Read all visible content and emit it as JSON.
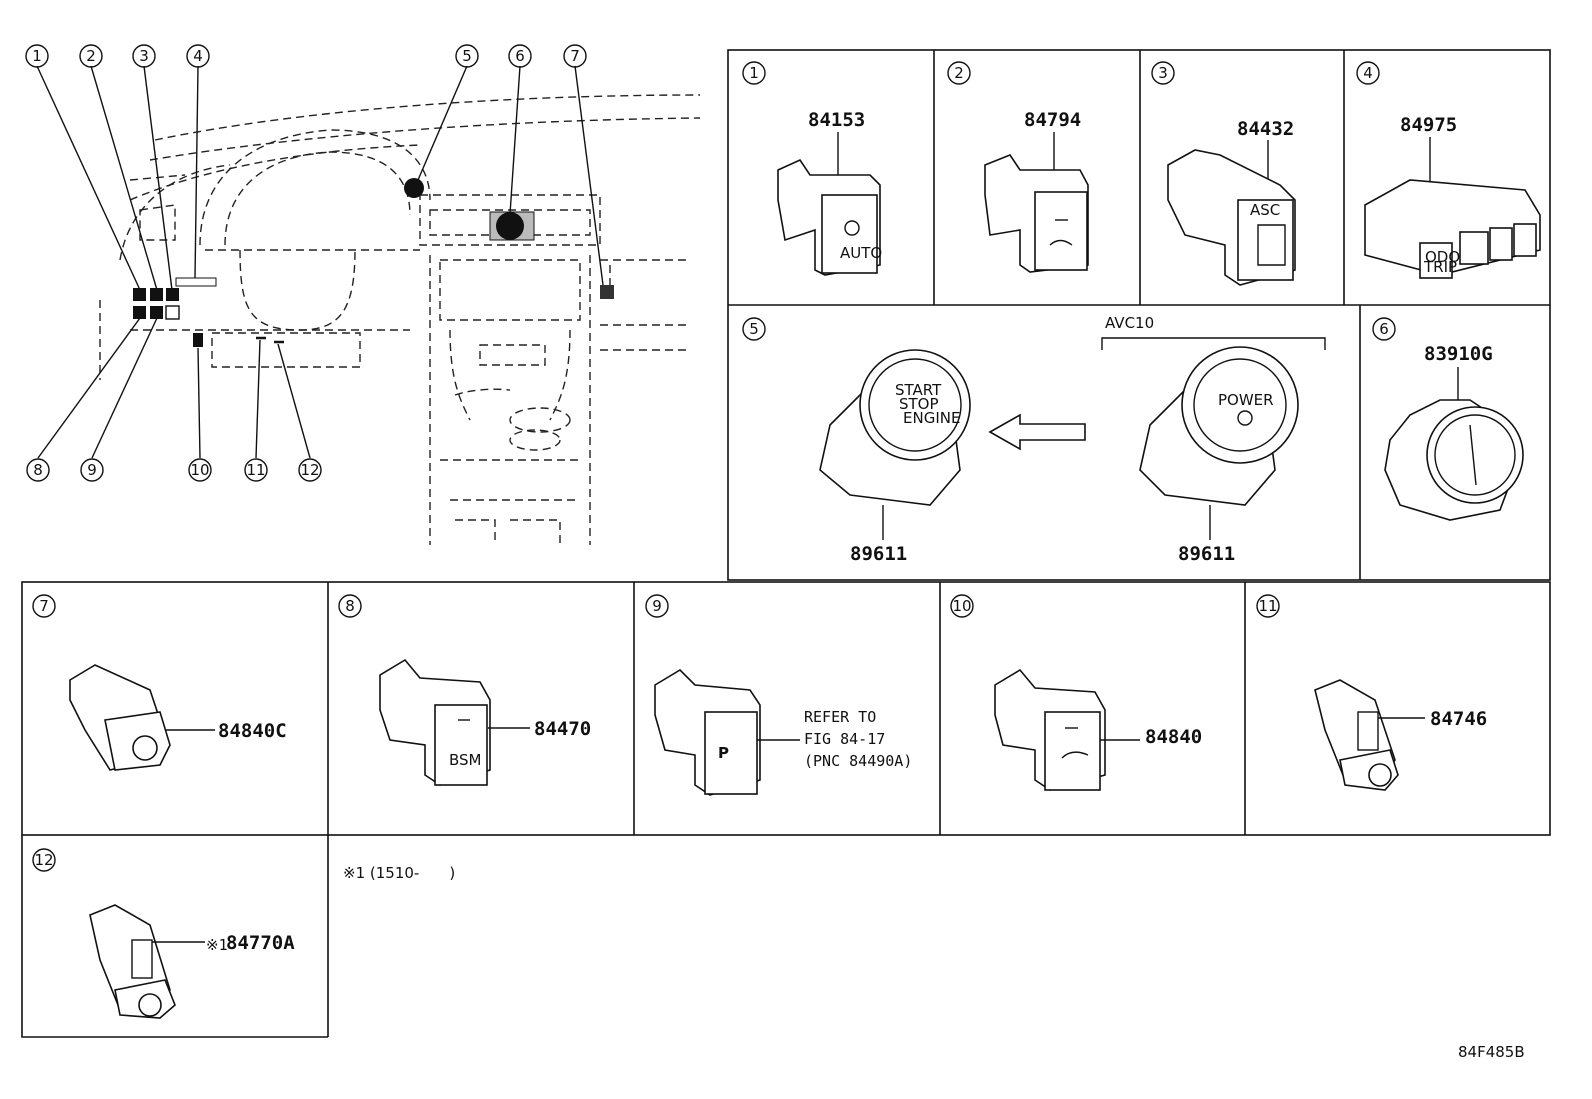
{
  "callouts": [
    "1",
    "2",
    "3",
    "4",
    "5",
    "6",
    "7",
    "8",
    "9",
    "10",
    "11",
    "12"
  ],
  "panels": [
    {
      "num": "1",
      "part": "84153"
    },
    {
      "num": "2",
      "part": "84794"
    },
    {
      "num": "3",
      "part": "84432"
    },
    {
      "num": "4",
      "part": "84975"
    },
    {
      "num": "5",
      "part_a": "89611",
      "part_b": "89611",
      "variant": "AVC10"
    },
    {
      "num": "6",
      "part": "83910G"
    },
    {
      "num": "7",
      "part": "84840C"
    },
    {
      "num": "8",
      "part": "84470"
    },
    {
      "num": "9",
      "refer": [
        "REFER TO",
        "FIG 84-17",
        "(PNC 84490A)"
      ]
    },
    {
      "num": "10",
      "part": "84840"
    },
    {
      "num": "11",
      "part": "84746"
    },
    {
      "num": "12",
      "part": "84770A",
      "mark": "※1"
    }
  ],
  "footnote": "※1 (1510-　　)",
  "button_text": {
    "start_stop": [
      "START",
      "STOP",
      "ENGINE"
    ],
    "power": "POWER",
    "auto": "AUTO",
    "odo": [
      "ODO",
      "TRIP"
    ],
    "bsm": "BSM",
    "asc": "ASC"
  },
  "figure_code": "84F485B"
}
